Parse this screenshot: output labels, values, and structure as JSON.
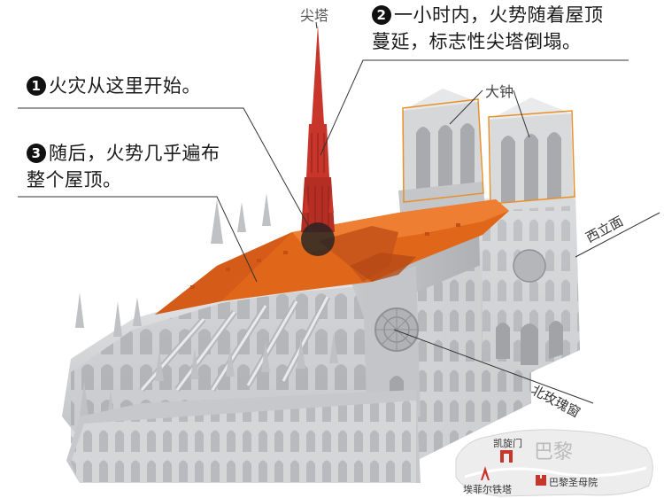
{
  "labels": {
    "spire": "尖塔",
    "bell_towers": "大钟",
    "west_facade": "西立面",
    "north_rose_window": "北玫瑰窗"
  },
  "callouts": [
    {
      "number": "❶",
      "lines": [
        "火灾从这里开始。"
      ]
    },
    {
      "number": "❷",
      "lines": [
        "一小时内，火势随着屋顶",
        "蔓延，标志性尖塔倒塌。"
      ]
    },
    {
      "number": "❸",
      "lines": [
        "随后，火势几乎遍布",
        "整个屋顶。"
      ]
    }
  ],
  "inset_map": {
    "city": "巴黎",
    "places": [
      "凯旋门",
      "埃菲尔铁塔",
      "巴黎圣母院"
    ]
  },
  "colors": {
    "roof_fire": "#e0661a",
    "spire_fire": "#c8352a",
    "tower_outline": "#e8902a",
    "stone": "#cfd1d3",
    "stone_dark": "#9a9c9f",
    "callout_line": "#333333",
    "origin_marker": "#222222"
  }
}
